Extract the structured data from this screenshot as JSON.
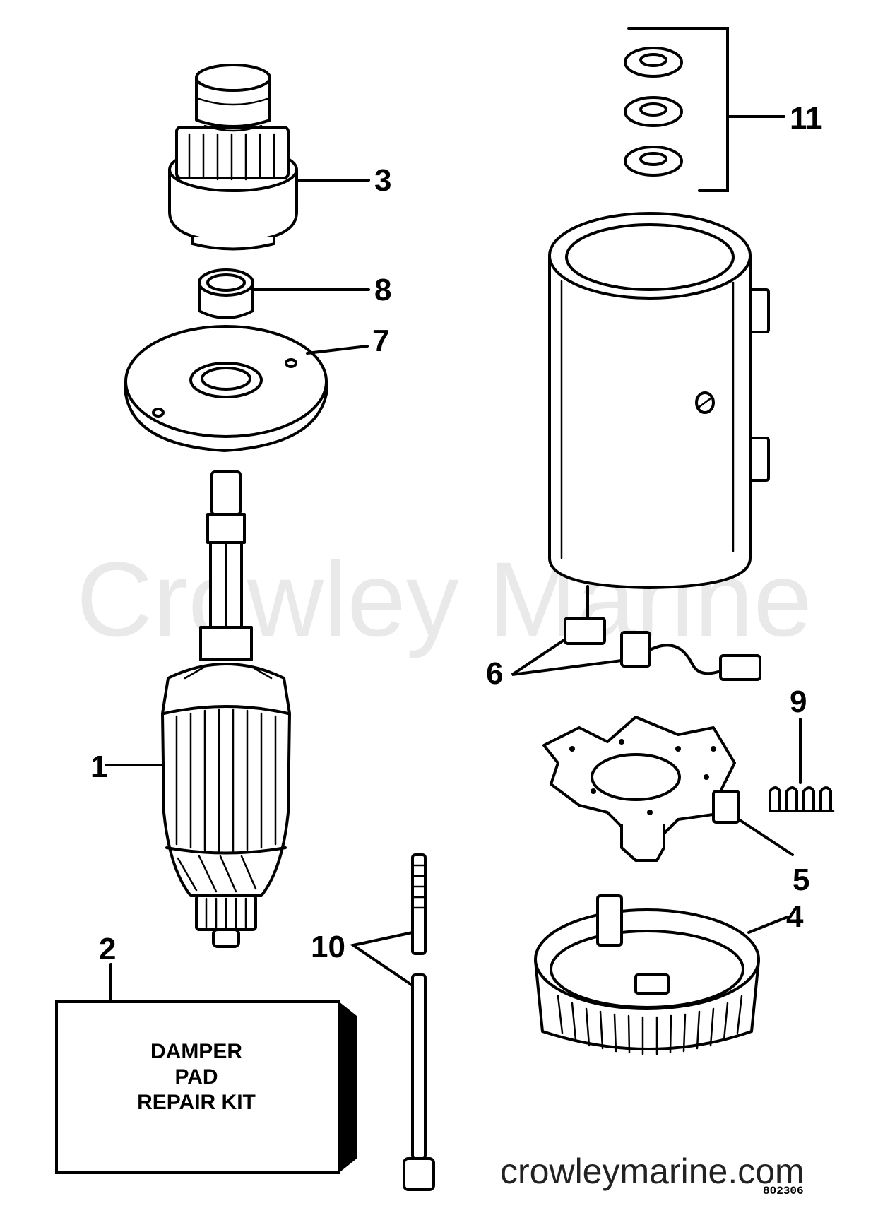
{
  "watermark": {
    "main": "Crowley Marine",
    "site": "crowleymarine.com"
  },
  "figure_number": "802306",
  "kit_label": {
    "line1": "DAMPER",
    "line2": "PAD",
    "line3": "REPAIR KIT"
  },
  "callouts": {
    "c1": "1",
    "c2": "2",
    "c3": "3",
    "c4": "4",
    "c5": "5",
    "c6": "6",
    "c7": "7",
    "c8": "8",
    "c9": "9",
    "c10": "10",
    "c11": "11"
  },
  "colors": {
    "ink": "#000000",
    "paper": "#ffffff",
    "watermark": "#e9e9e9"
  }
}
